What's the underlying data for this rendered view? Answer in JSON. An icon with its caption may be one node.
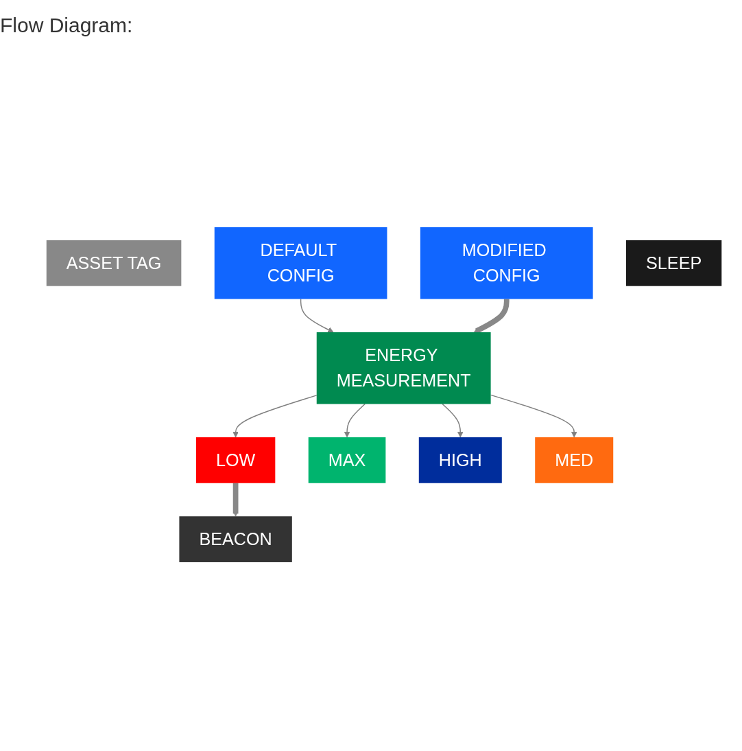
{
  "diagram": {
    "title": "Flow Diagram:",
    "nodes": [
      {
        "text": [
          "ASSET TAG"
        ]
      },
      {
        "text": [
          "DEFAULT CONFIG"
        ]
      },
      {
        "text": [
          "ENERGY MEASUREMENT"
        ]
      },
      {
        "text": [
          "LOW"
        ]
      },
      {
        "text": [
          "MAX"
        ]
      },
      {
        "text": [
          "HIGH"
        ]
      },
      {
        "text": [
          "MED"
        ]
      },
      {
        "text": [
          "MODIFIED CONFIG"
        ]
      },
      {
        "text": [
          "BEACON"
        ]
      },
      {
        "text": [
          "SLEEP"
        ]
      }
    ],
    "edges": [
      {
        "from": 1,
        "to": 2,
        "arrow": "to"
      },
      {
        "from": 2,
        "to": 3,
        "arrow": "to"
      },
      {
        "from": 2,
        "to": 4,
        "arrow": "to"
      },
      {
        "from": 2,
        "to": 5,
        "arrow": "to"
      },
      {
        "from": 2,
        "to": 6,
        "arrow": "to"
      },
      {
        "from": 3,
        "to": 8,
        "arrow": "to",
        "style": "thick"
      },
      {
        "from": 7,
        "to": 2,
        "arrow": "to",
        "style": "thick"
      }
    ]
  }
}
